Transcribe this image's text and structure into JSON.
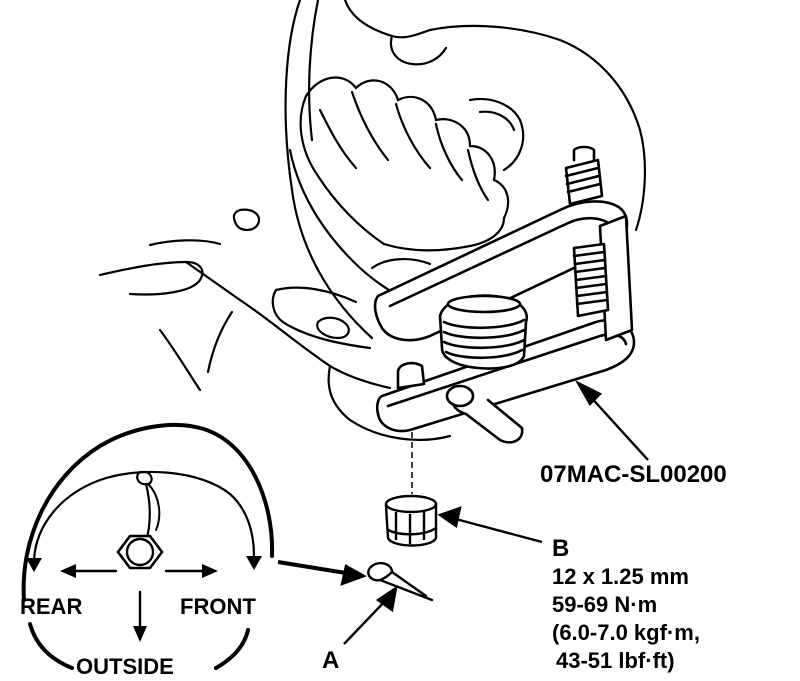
{
  "tool_part_number": "07MAC-SL00200",
  "callouts": {
    "a": "A",
    "b": "B"
  },
  "nut_spec": {
    "size": "12 x 1.25 mm",
    "torque_nm": "59-69 N·m",
    "torque_kgfm": "(6.0-7.0 kgf·m,",
    "torque_lbfft": "43-51 lbf·ft)"
  },
  "orientation_inset": {
    "rear": "REAR",
    "front": "FRONT",
    "outside": "OUTSIDE"
  },
  "colors": {
    "ink": "#000000",
    "paper": "#ffffff"
  }
}
